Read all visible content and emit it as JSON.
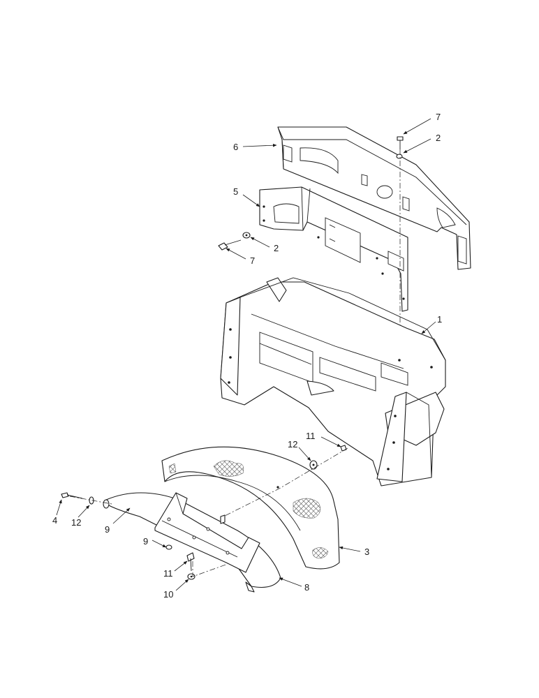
{
  "callouts": {
    "c1": "1",
    "c2a": "2",
    "c2b": "2",
    "c3": "3",
    "c4": "4",
    "c5": "5",
    "c6": "6",
    "c7a": "7",
    "c7b": "7",
    "c8": "8",
    "c9a": "9",
    "c9b": "9",
    "c10": "10",
    "c11a": "11",
    "c11b": "11",
    "c12a": "12",
    "c12b": "12"
  }
}
